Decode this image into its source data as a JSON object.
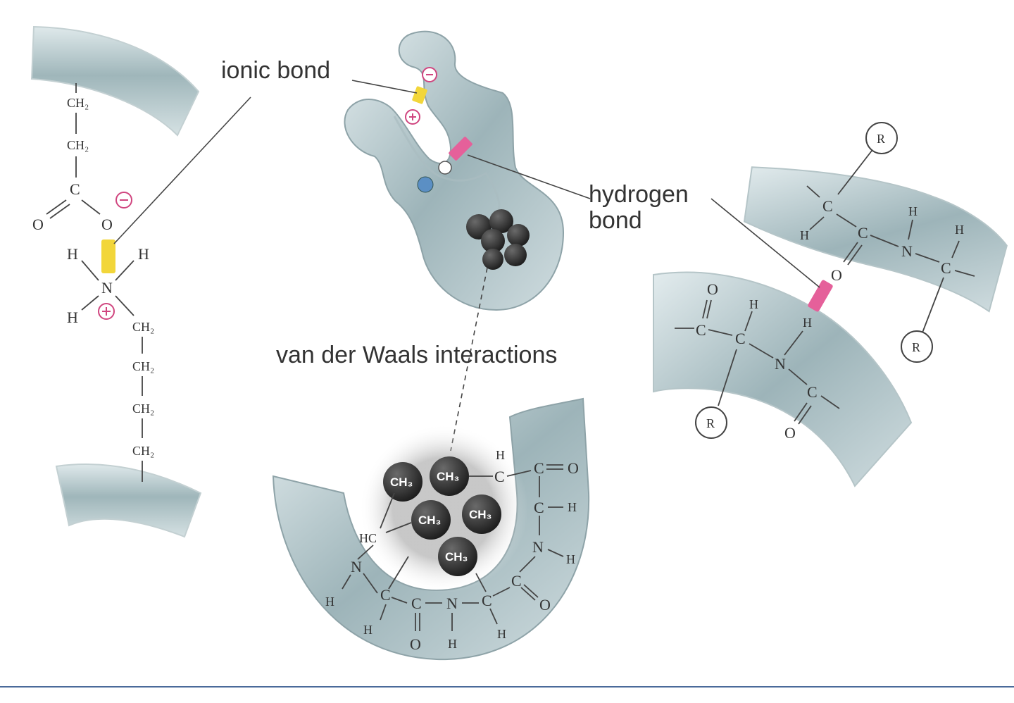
{
  "labels": {
    "ionic_bond": "ionic bond",
    "hydrogen_bond_line1": "hydrogen",
    "hydrogen_bond_line2": "bond",
    "van_der_waals": "van der Waals interactions"
  },
  "atoms": {
    "ch2": "CH₂",
    "ch3": "CH₃",
    "c": "C",
    "o": "O",
    "n": "N",
    "h": "H",
    "hc": "HC",
    "r": "R",
    "minus": "−",
    "plus": "+"
  },
  "colors": {
    "backbone": "#8fa8ad",
    "ionic_bond": "#f2d63a",
    "hydrogen_bond": "#e5609a",
    "charge": "#d0457f",
    "hydrophobic_bead": "#2a2a2a",
    "rule": "#4a6a9a"
  }
}
